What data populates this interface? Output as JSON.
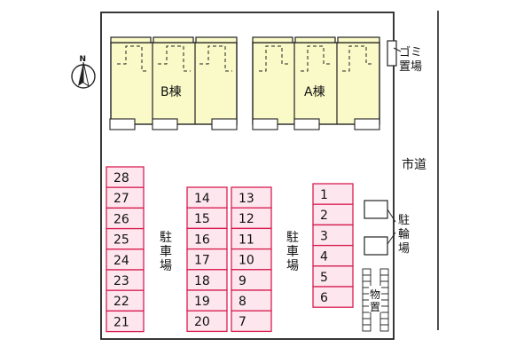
{
  "buildings": {
    "b": {
      "label": "B棟"
    },
    "a": {
      "label": "A棟"
    }
  },
  "labels": {
    "garbage": [
      "ゴミ",
      "置場"
    ],
    "city_road": "市道",
    "bike_parking": [
      "駐",
      "輪",
      "場"
    ],
    "parking": [
      "駐",
      "車",
      "場"
    ],
    "storage": [
      "物",
      "置"
    ]
  },
  "parking": {
    "left_column": [
      "28",
      "27",
      "26",
      "25",
      "24",
      "23",
      "22",
      "21"
    ],
    "middle_left_column": [
      "14",
      "15",
      "16",
      "17",
      "18",
      "19",
      "20"
    ],
    "middle_right_column": [
      "13",
      "12",
      "11",
      "10",
      "9",
      "8",
      "7"
    ],
    "right_column": [
      "1",
      "2",
      "3",
      "4",
      "5",
      "6"
    ]
  },
  "colors": {
    "building_fill": "#fafac8",
    "parking_fill": "#fde6ee",
    "parking_stroke": "#d81e50",
    "outline": "#222222"
  }
}
